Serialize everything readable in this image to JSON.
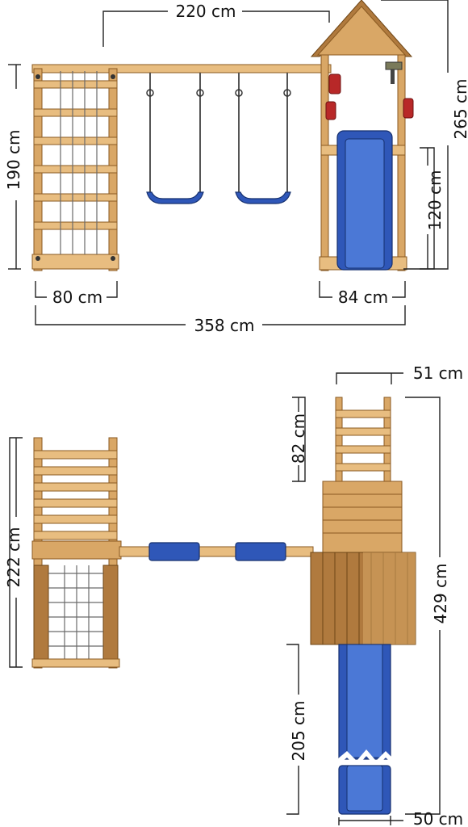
{
  "colors": {
    "wood": "#d9a766",
    "wood_dark": "#b07a3e",
    "slide_blue": "#2f57b8",
    "handle_red": "#b82828",
    "dimension_line": "#222222"
  },
  "front_view": {
    "dimensions": {
      "beam_span": "220 cm",
      "total_height": "265 cm",
      "climbing_frame_height": "190 cm",
      "platform_height": "120 cm",
      "climbing_frame_width": "80 cm",
      "tower_width": "84 cm",
      "total_width": "358 cm"
    }
  },
  "top_view": {
    "dimensions": {
      "ladder_width": "51 cm",
      "ladder_length": "82 cm",
      "climbing_frame_depth": "222 cm",
      "total_length": "429 cm",
      "slide_length": "205 cm",
      "slide_width": "50 cm"
    }
  }
}
